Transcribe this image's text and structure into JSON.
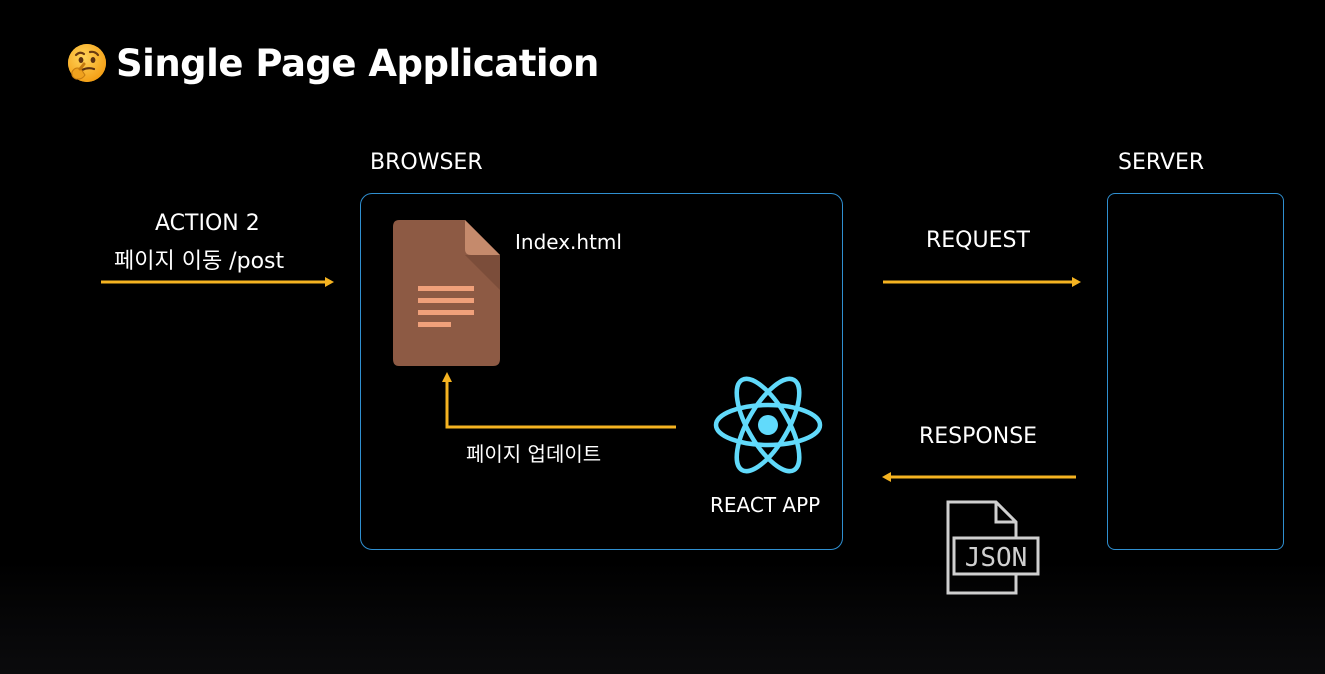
{
  "title": "Single Page Application",
  "title_emoji": "thinking-face-icon",
  "browser": {
    "label": "BROWSER",
    "file_label": "Index.html",
    "react_label": "REACT APP",
    "update_label": "페이지 업데이트"
  },
  "server": {
    "label": "SERVER"
  },
  "action": {
    "line1": "ACTION 2",
    "line2": "페이지 이동 /post"
  },
  "request_label": "REQUEST",
  "response_label": "RESPONSE",
  "json_icon_text": "JSON",
  "colors": {
    "background": "#000000",
    "arrow": "#f5b321",
    "box_border": "#2f8fd0",
    "react": "#61dafb",
    "document": "#8d5a44",
    "document_lines": "#f0a07a",
    "json_icon": "#cfcfcf"
  },
  "icons": [
    "thinking-face-icon",
    "document-icon",
    "react-logo-icon",
    "json-file-icon"
  ]
}
